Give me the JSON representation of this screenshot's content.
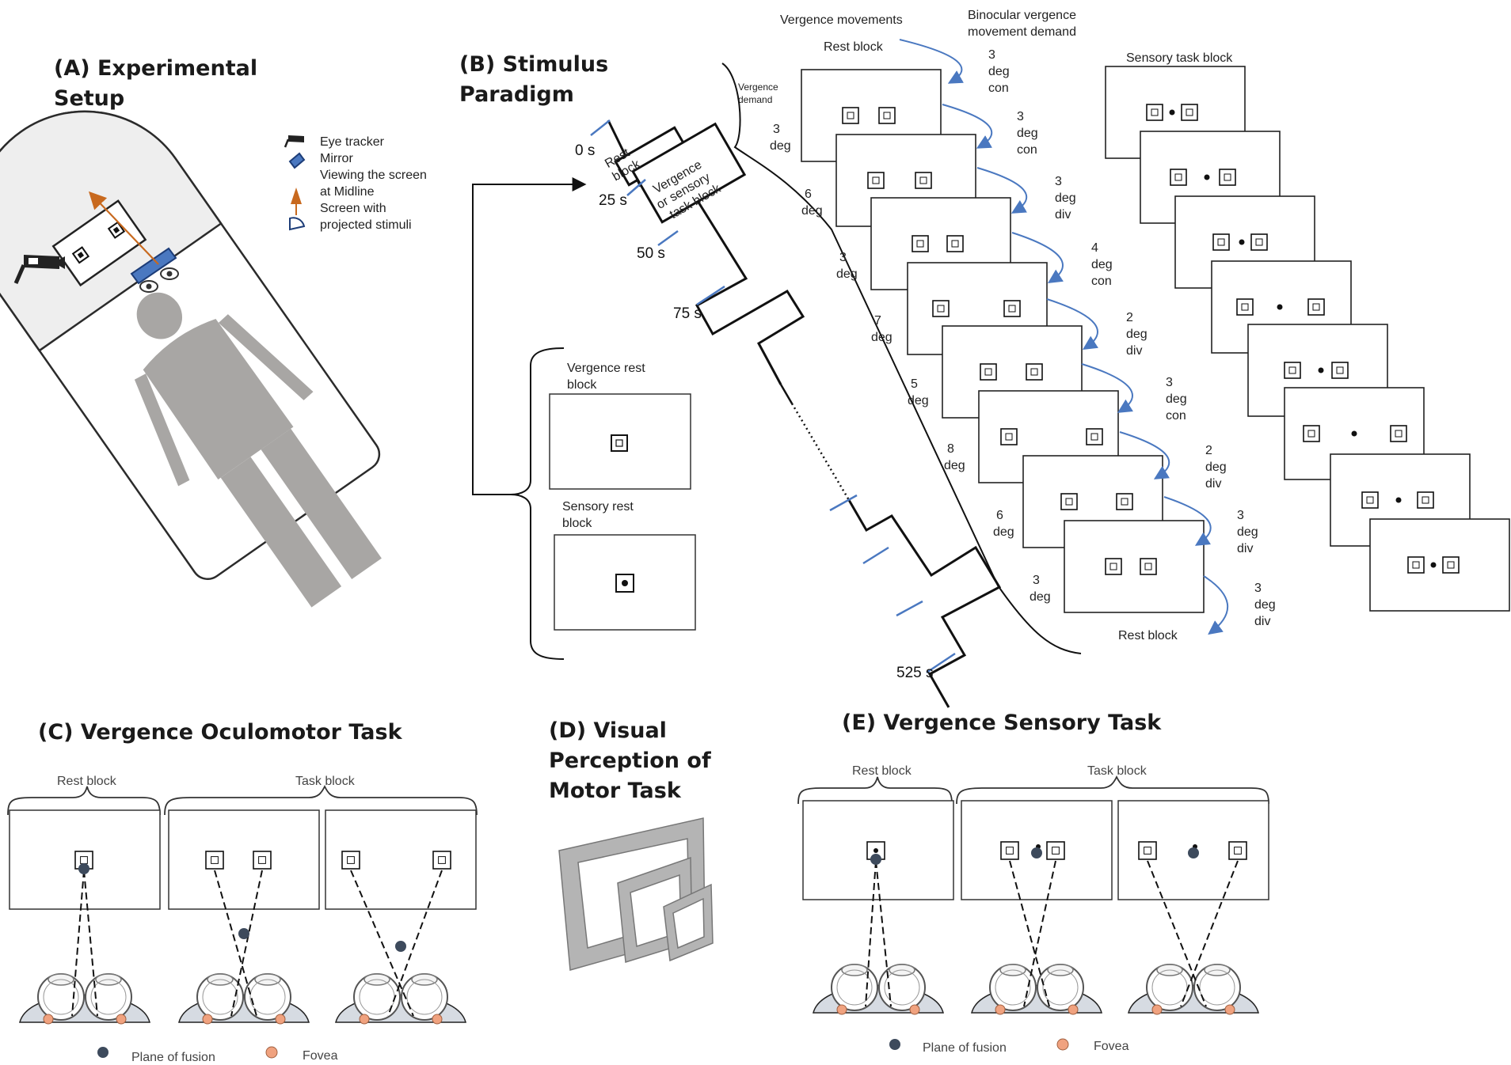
{
  "panelA": {
    "title_line1": "(A) Experimental",
    "title_line2": "Setup",
    "legend": {
      "eye_tracker": "Eye tracker",
      "mirror": "Mirror",
      "viewing_line1": "Viewing the screen",
      "viewing_line2": "at Midline",
      "screen_line1": "Screen with",
      "screen_line2": "projected stimuli"
    }
  },
  "panelB": {
    "title_line1": "(B) Stimulus",
    "title_line2": "Paradigm",
    "times": [
      "0 s",
      "25 s",
      "50 s",
      "75 s",
      "525 s"
    ],
    "rest_block_line1": "Rest",
    "rest_block_line2": "block",
    "task_block_line1": "Vergence",
    "task_block_line2": "or sensory",
    "task_block_line3": "task block",
    "vergence_rest_line1": "Vergence rest",
    "vergence_rest_line2": "block",
    "sensory_rest_line1": "Sensory rest",
    "sensory_rest_line2": "block",
    "vergence_movements": "Vergence movements",
    "binocular_line1": "Binocular vergence",
    "binocular_line2": "movement  demand",
    "rest_block_top": "Rest block",
    "rest_block_bottom": "Rest block",
    "sensory_task_block": "Sensory task block",
    "vergence_demand_line1": "Vergence",
    "vergence_demand_line2": "demand",
    "demands": [
      {
        "value": "3",
        "unit": "deg"
      },
      {
        "value": "6",
        "unit": "deg"
      },
      {
        "value": "3",
        "unit": "deg"
      },
      {
        "value": "7",
        "unit": "deg"
      },
      {
        "value": "5",
        "unit": "deg"
      },
      {
        "value": "8",
        "unit": "deg"
      },
      {
        "value": "6",
        "unit": "deg"
      },
      {
        "value": "3",
        "unit": "deg"
      }
    ],
    "movements": [
      {
        "value": "3",
        "unit": "deg",
        "dir": "con"
      },
      {
        "value": "3",
        "unit": "deg",
        "dir": "con"
      },
      {
        "value": "3",
        "unit": "deg",
        "dir": "div"
      },
      {
        "value": "4",
        "unit": "deg",
        "dir": "con"
      },
      {
        "value": "2",
        "unit": "deg",
        "dir": "div"
      },
      {
        "value": "3",
        "unit": "deg",
        "dir": "con"
      },
      {
        "value": "2",
        "unit": "deg",
        "dir": "div"
      },
      {
        "value": "3",
        "unit": "deg",
        "dir": "div"
      },
      {
        "value": "3",
        "unit": "deg",
        "dir": "div"
      }
    ]
  },
  "panelC": {
    "title": "(C) Vergence Oculomotor Task",
    "rest_block": "Rest block",
    "task_block": "Task block",
    "legend_fusion": "Plane of fusion",
    "legend_fovea": "Fovea"
  },
  "panelD": {
    "title_line1": "(D) Visual",
    "title_line2": "Perception of",
    "title_line3": "Motor Task"
  },
  "panelE": {
    "title": "(E) Vergence Sensory Task",
    "rest_block": "Rest block",
    "task_block": "Task block",
    "legend_fusion": "Plane of fusion",
    "legend_fovea": "Fovea"
  },
  "colors": {
    "accent_blue": "#4a78c0",
    "arrow_orange": "#c8691e",
    "fusion_dot": "#3d4a5c",
    "fovea_dot": "#f0a27f",
    "figure_gray": "#a8a6a4",
    "head_fill": "#d6dbe2"
  }
}
